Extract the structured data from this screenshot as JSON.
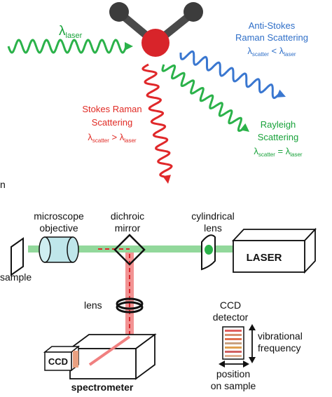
{
  "colors": {
    "laser_green": "#2bb24a",
    "anti_stokes_blue": "#3a77d0",
    "stokes_red": "#e0282a",
    "molecule_red": "#d8242a",
    "molecule_gray": "#4a4a4a",
    "beam_green": "#7fd18a",
    "beam_red": "#f08080",
    "objective_fill": "#bfe6ea",
    "text_dark": "#111111"
  },
  "top": {
    "laser_label": {
      "main": "λ",
      "sub": "laser"
    },
    "anti_stokes": {
      "line1": "Anti-Stokes",
      "line2": "Raman Scattering",
      "rel": {
        "a": "λ",
        "a_sub": "scatter",
        "op": " < ",
        "b": "λ",
        "b_sub": "laser"
      }
    },
    "stokes": {
      "line1": "Stokes Raman",
      "line2": "Scattering",
      "rel": {
        "a": "λ",
        "a_sub": "scatter",
        "op": " > ",
        "b": "λ",
        "b_sub": "laser"
      }
    },
    "rayleigh": {
      "line1": "Rayleigh",
      "line2": "Scattering",
      "rel": {
        "a": "λ",
        "a_sub": "scatter",
        "op": " = ",
        "b": "λ",
        "b_sub": "laser"
      }
    },
    "stray_letter": "n"
  },
  "bottom": {
    "microscope": {
      "line1": "microscope",
      "line2": "objective"
    },
    "dichroic": {
      "line1": "dichroic",
      "line2": "mirror"
    },
    "cylindrical": {
      "line1": "cylindrical",
      "line2": "lens"
    },
    "laser_box": "LASER",
    "sample": "sample",
    "lens": "lens",
    "ccd_detector": {
      "line1": "CCD",
      "line2": "detector"
    },
    "vibrational": {
      "line1": "vibrational",
      "line2": "frequency"
    },
    "ccd_box": "CCD",
    "spectrometer": "spectrometer",
    "position": {
      "line1": "position",
      "line2": "on sample"
    }
  }
}
